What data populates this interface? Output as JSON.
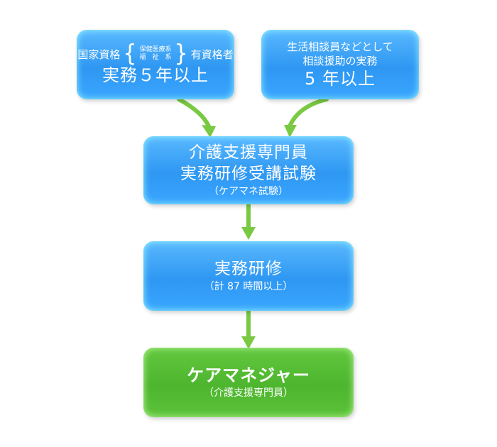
{
  "box_a": {
    "prefix": "国家資格",
    "brace_top": "保健医療系",
    "brace_bottom": "福　祉　系",
    "suffix": "有資格者",
    "main": "実務５年以上"
  },
  "box_b": {
    "line1": "生活相談員などとして",
    "line2": "相談援助の実務",
    "main": "5 年以上"
  },
  "box_c": {
    "line1": "介護支援専門員",
    "line2": "実務研修受講試験",
    "sub": "（ケアマネ試験）"
  },
  "box_d": {
    "main": "実務研修",
    "sub": "（計 87 時間以上）"
  },
  "box_e": {
    "main": "ケアマネジャー",
    "sub": "（介護支援専門員）"
  },
  "colors": {
    "box_blue": "#2e97f2",
    "box_green": "#4db52e",
    "arrow_green": "#7ac943",
    "text": "#ffffff"
  }
}
